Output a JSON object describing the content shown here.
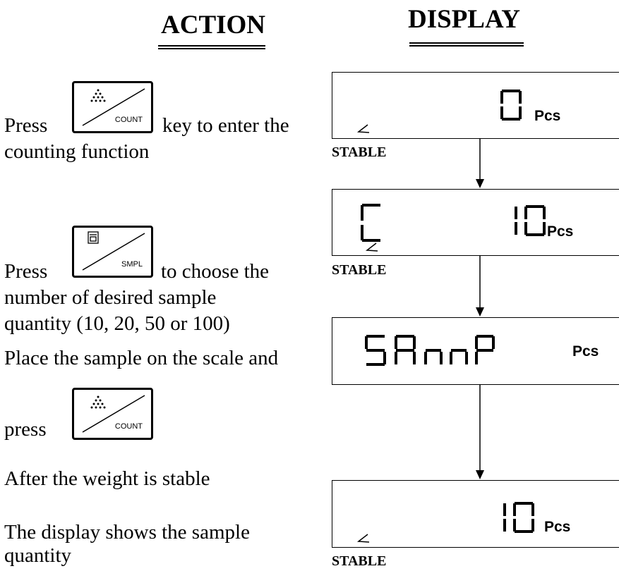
{
  "headers": {
    "action": "ACTION",
    "display": "DISPLAY"
  },
  "steps": {
    "count": {
      "press": "Press",
      "after": "key to enter the",
      "line2": "counting function"
    },
    "sample": {
      "press": "Press",
      "after": "to choose the",
      "line2": "number of desired sample",
      "line3": "quantity (10, 20, 50 or 100)"
    },
    "place": {
      "line1": "Place the sample on the scale and",
      "press": "press"
    },
    "stable": {
      "text": "After the weight is stable"
    },
    "shows": {
      "line1": "The display shows the sample",
      "line2": "quantity"
    }
  },
  "keys": {
    "count_label": "COUNT",
    "smpl_label": "SMPL"
  },
  "panels": {
    "p1": {
      "readout": "0",
      "unit": "Pcs",
      "status": "STABLE"
    },
    "p2": {
      "mode": "C",
      "readout": "10",
      "unit": "Pcs",
      "status": "STABLE"
    },
    "p3": {
      "readout": "SAnnP",
      "unit": "Pcs"
    },
    "p4": {
      "readout": "10",
      "unit": "Pcs",
      "status": "STABLE"
    }
  }
}
